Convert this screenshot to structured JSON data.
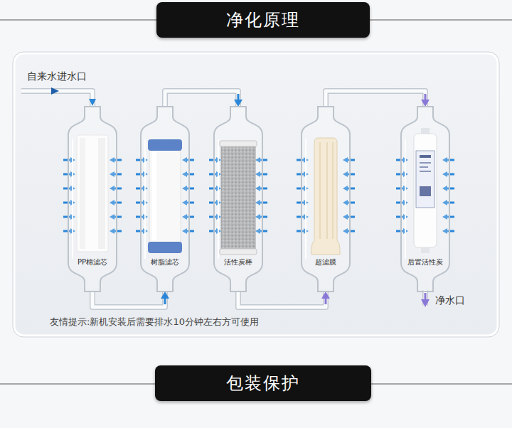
{
  "diagram": {
    "title": "净化原理",
    "nodes": [
      {
        "text": [
          "PP棉滤芯"
        ]
      },
      {
        "text": [
          "树脂滤芯"
        ]
      },
      {
        "text": [
          "活性炭棒"
        ]
      },
      {
        "text": [
          "超滤膜"
        ]
      },
      {
        "text": [
          "后置活性炭"
        ]
      }
    ],
    "edges": [
      {
        "from": 0,
        "to": 1,
        "arrow": "to"
      },
      {
        "from": 1,
        "to": 2,
        "arrow": "to"
      },
      {
        "from": 2,
        "to": 3,
        "arrow": "to"
      },
      {
        "from": 3,
        "to": 4,
        "arrow": "to"
      }
    ],
    "labels": [
      "自来水进水口",
      "净水口",
      "友情提示:新机安装后需要排水10分钟左右方可使用",
      "包装保护"
    ]
  }
}
